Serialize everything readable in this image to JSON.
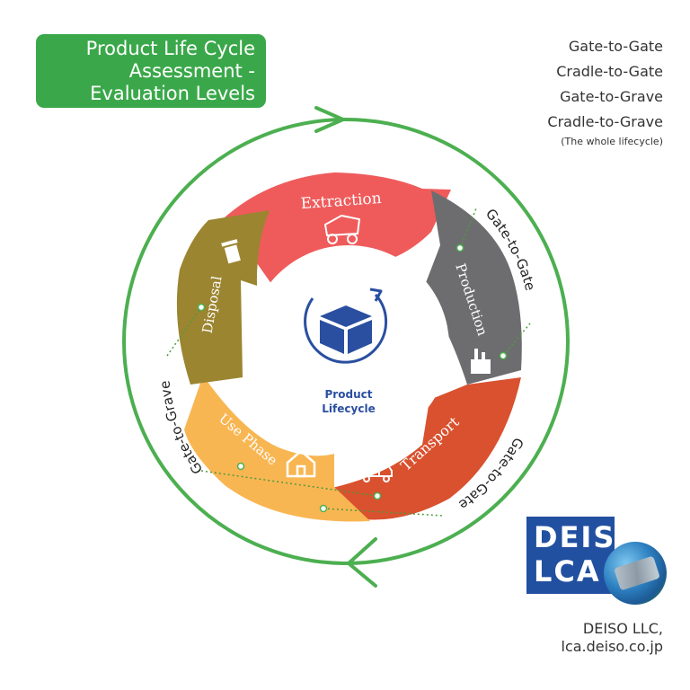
{
  "title": {
    "line1": "Product Life Cycle",
    "line2": "Assessment -",
    "line3": "Evaluation Levels"
  },
  "levels": [
    "Gate-to-Gate",
    "Cradle-to-Gate",
    "Gate-to-Grave",
    "Cradle-to-Grave"
  ],
  "levels_note": "(The whole lifecycle)",
  "diagram": {
    "center_label_1": "Product",
    "center_label_2": "Lifecycle",
    "segments": [
      {
        "label": "Extraction",
        "color": "#ef5b5b",
        "icon": "dump-truck-icon"
      },
      {
        "label": "Production",
        "color": "#6d6d70",
        "icon": "factory-icon"
      },
      {
        "label": "Transport",
        "color": "#d9512f",
        "icon": "delivery-truck-icon"
      },
      {
        "label": "Use Phase",
        "color": "#f8b652",
        "icon": "house-icon"
      },
      {
        "label": "Disposal",
        "color": "#9b8530",
        "icon": "trash-bin-icon"
      }
    ],
    "span_labels": {
      "production": "Gate-to-Gate",
      "transport": "Gate-to-Gate",
      "use_phase": "Gate-to-Grave"
    },
    "ring_color": "#4caf50",
    "center_icon_color": "#2a4fa0"
  },
  "logo": {
    "line1": "DEISO",
    "line2": "LCA"
  },
  "credit": {
    "line1": "DEISO LLC,",
    "line2": "lca.deiso.co.jp"
  }
}
